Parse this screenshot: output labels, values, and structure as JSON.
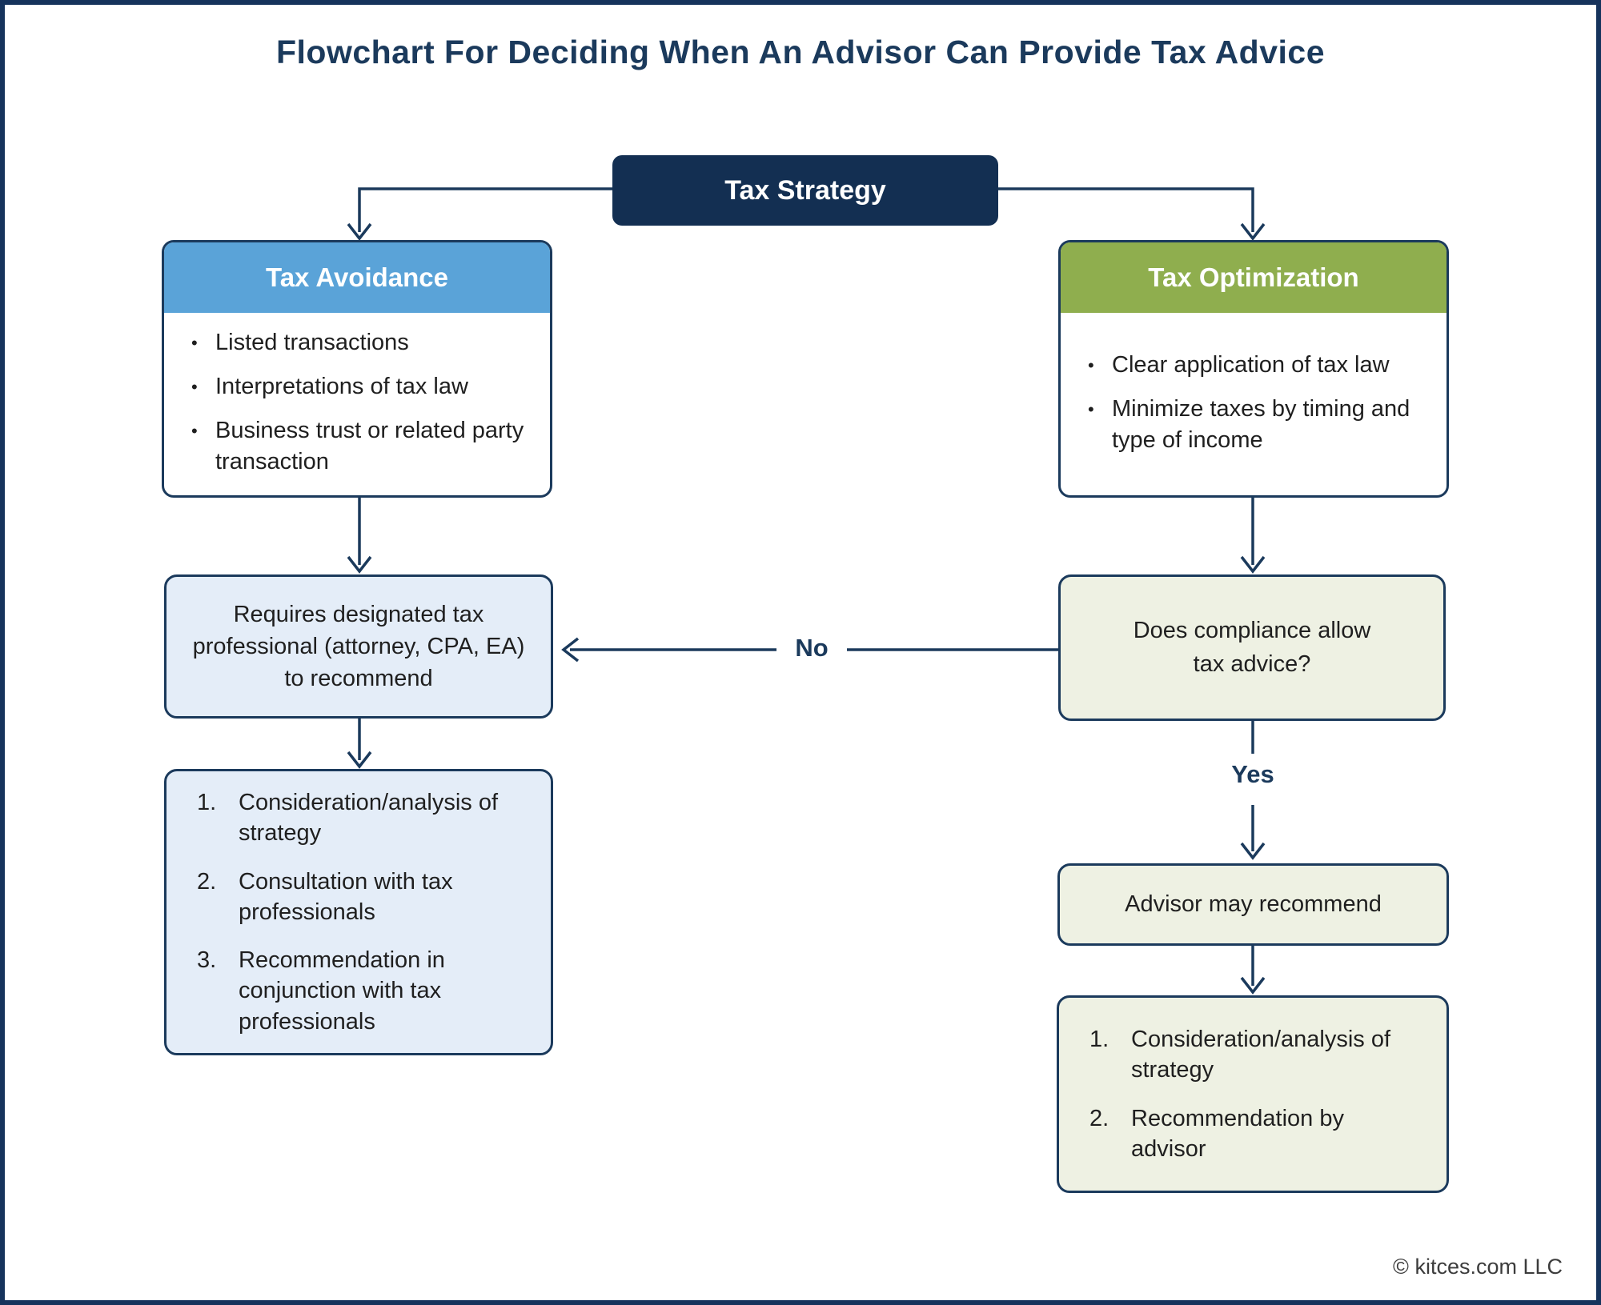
{
  "page": {
    "title": "Flowchart For Deciding When An Advisor Can Provide Tax Advice",
    "copyright": "© kitces.com LLC"
  },
  "colors": {
    "navy": "#1b3a5c",
    "strategy_fill": "#132f52",
    "blue_header": "#5aa3d8",
    "green_header": "#8fae4e",
    "light_blue_fill": "#e4edf8",
    "light_sage_fill": "#eef1e3",
    "body_text": "#1f1f1f"
  },
  "nodes": {
    "tax_strategy": {
      "label": "Tax Strategy"
    },
    "tax_avoidance": {
      "title": "Tax Avoidance",
      "bullet": "•",
      "items": [
        "Listed transactions",
        "Interpretations of tax law",
        "Business trust or related party transaction"
      ]
    },
    "tax_optimization": {
      "title": "Tax Optimization",
      "bullet": "•",
      "items": [
        "Clear application of tax law",
        "Minimize taxes by timing and type of income"
      ]
    },
    "requires_professional": {
      "text": "Requires designated tax professional (attorney, CPA, EA) to recommend"
    },
    "left_steps": {
      "items": [
        {
          "num": "1.",
          "text": "Consideration/analysis of strategy"
        },
        {
          "num": "2.",
          "text": "Consultation with tax professionals"
        },
        {
          "num": "3.",
          "text": "Recommendation in conjunction with tax professionals"
        }
      ]
    },
    "compliance_question": {
      "text": "Does compliance allow tax advice?"
    },
    "advisor_recommend": {
      "text": "Advisor may recommend"
    },
    "right_steps": {
      "items": [
        {
          "num": "1.",
          "text": "Consideration/analysis of strategy"
        },
        {
          "num": "2.",
          "text": "Recommendation by advisor"
        }
      ]
    },
    "edge_labels": {
      "no": "No",
      "yes": "Yes"
    }
  }
}
